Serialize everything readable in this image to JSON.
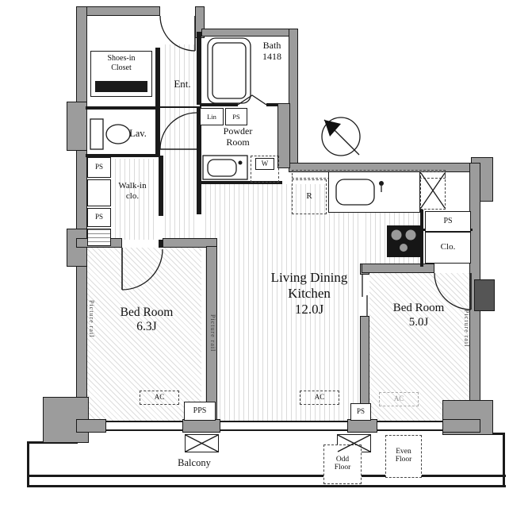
{
  "plan": {
    "labels": {
      "shoes_closet": "Shoes-in\nCloset",
      "entrance": "Ent.",
      "bath": "Bath\n1418",
      "lavatory": "Lav.",
      "linen": "Lin",
      "ps": "PS",
      "pps": "PPS",
      "powder_room": "Powder\nRoom",
      "walk_in_closet": "Walk-in\nclo.",
      "washer": "W",
      "refrigerator": "R",
      "closet": "Clo.",
      "living_dining_kitchen": "Living Dining\nKitchen\n12.0J",
      "bed_room_1": "Bed Room\n6.3J",
      "bed_room_2": "Bed Room\n5.0J",
      "balcony": "Balcony",
      "ac": "AC",
      "odd_floor": "Odd\nFloor",
      "even_floor": "Even\nFloor",
      "picture_rail": "Picture rail"
    },
    "colors": {
      "wall_fill": "#9c9c9c",
      "wall_border": "#1a1a1a",
      "line": "#1a1a1a",
      "floor_stripe": "#dadada",
      "duct_fill": "#555555"
    }
  }
}
